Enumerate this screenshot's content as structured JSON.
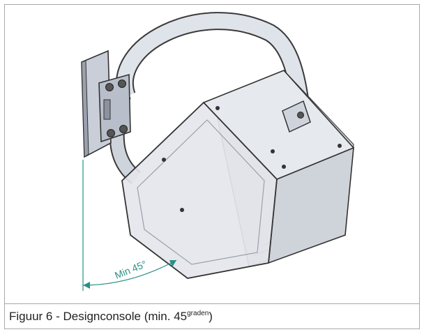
{
  "figure": {
    "angle_label": "Min 45°",
    "line_color": "#2a8f86"
  },
  "caption": {
    "prefix": "Figuur 6 - Designconsole (min. 45",
    "superscript": "graden",
    "suffix": ")"
  }
}
